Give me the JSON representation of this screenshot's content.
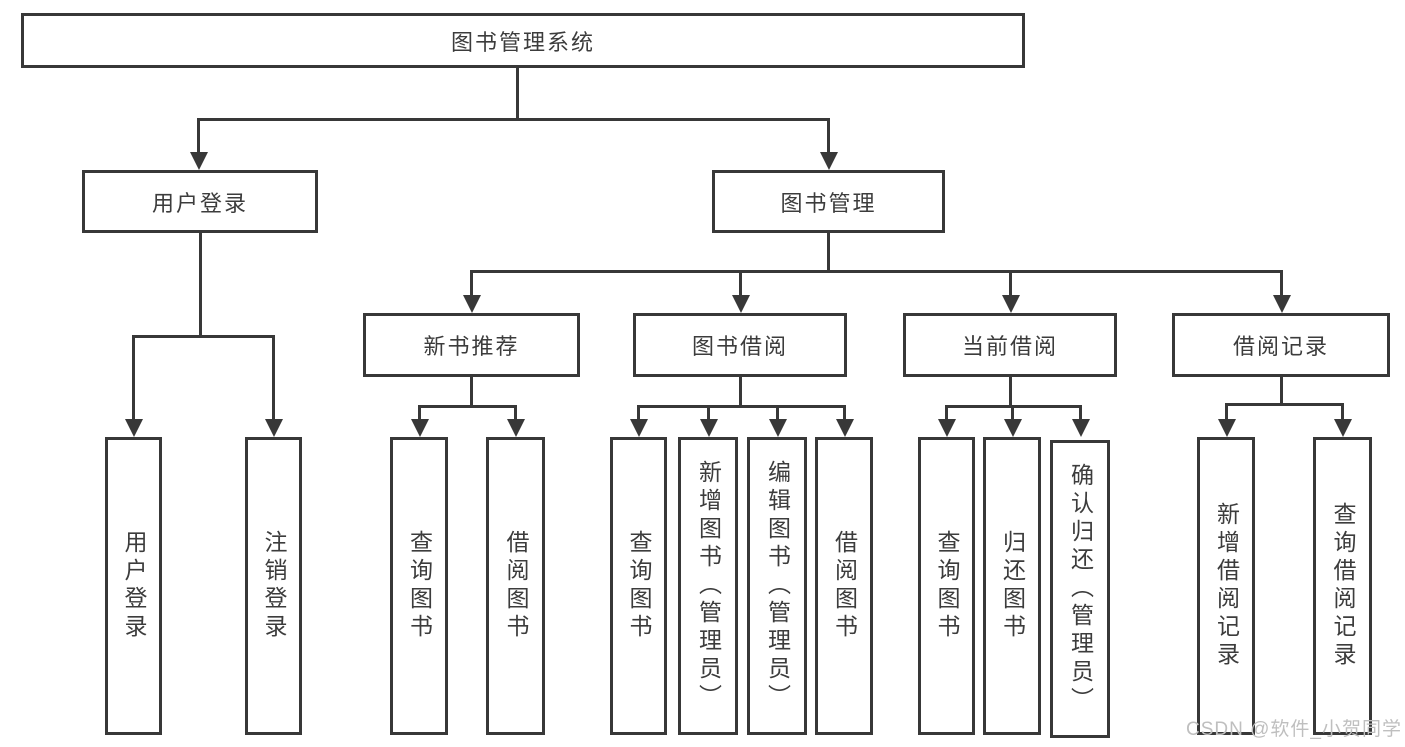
{
  "tree": {
    "root": "图书管理系统",
    "children": [
      {
        "label": "用户登录",
        "children": [
          "用户登录",
          "注销登录"
        ]
      },
      {
        "label": "图书管理",
        "children": [
          {
            "label": "新书推荐",
            "children": [
              "查询图书",
              "借阅图书"
            ]
          },
          {
            "label": "图书借阅",
            "children": [
              "查询图书",
              "新增图书（管理员）",
              "编辑图书（管理员）",
              "借阅图书"
            ]
          },
          {
            "label": "当前借阅",
            "children": [
              "查询图书",
              "归还图书",
              "确认归还（管理员）"
            ]
          },
          {
            "label": "借阅记录",
            "children": [
              "新增借阅记录",
              "查询借阅记录"
            ]
          }
        ]
      }
    ]
  },
  "watermark": "CSDN @软件_小贺同学",
  "colors": {
    "line": "#383838",
    "text": "#3c3c3c",
    "box_background": "#ffffff",
    "watermark": "#bfbfbf"
  }
}
